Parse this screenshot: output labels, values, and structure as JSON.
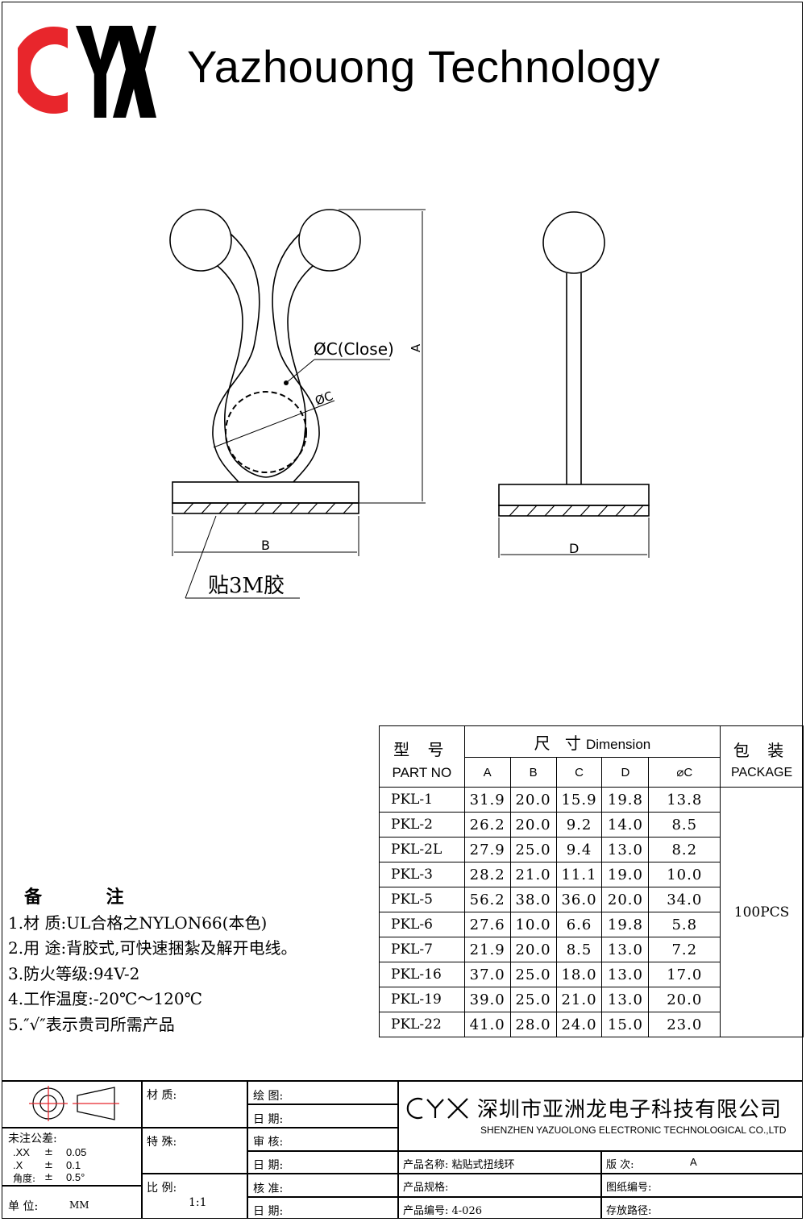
{
  "header": {
    "logo_text": "CYX",
    "company_en": "Yazhouong Technology"
  },
  "drawing": {
    "label_dc_close": "ØC(Close)",
    "label_dc": "ØC",
    "label_a": "A",
    "label_b": "B",
    "label_d": "D",
    "label_adhesive": "贴3M胶"
  },
  "table": {
    "col_part_cn": "型 号",
    "col_part_en": "PART NO",
    "col_dim_cn": "尺 寸",
    "col_dim_en": "Dimension",
    "col_pkg_cn": "包 装",
    "col_pkg_en": "PACKAGE",
    "dim_cols": [
      "A",
      "B",
      "C",
      "D",
      "⌀C"
    ],
    "package": "100PCS",
    "rows": [
      {
        "part": "PKL-1",
        "a": "31.9",
        "b": "20.0",
        "c": "15.9",
        "d": "19.8",
        "dc": "13.8"
      },
      {
        "part": "PKL-2",
        "a": "26.2",
        "b": "20.0",
        "c": "9.2",
        "d": "14.0",
        "dc": "8.5"
      },
      {
        "part": "PKL-2L",
        "a": "27.9",
        "b": "25.0",
        "c": "9.4",
        "d": "13.0",
        "dc": "8.2"
      },
      {
        "part": "PKL-3",
        "a": "28.2",
        "b": "21.0",
        "c": "11.1",
        "d": "19.0",
        "dc": "10.0"
      },
      {
        "part": "PKL-5",
        "a": "56.2",
        "b": "38.0",
        "c": "36.0",
        "d": "20.0",
        "dc": "34.0"
      },
      {
        "part": "PKL-6",
        "a": "27.6",
        "b": "10.0",
        "c": "6.6",
        "d": "19.8",
        "dc": "5.8"
      },
      {
        "part": "PKL-7",
        "a": "21.9",
        "b": "20.0",
        "c": "8.5",
        "d": "13.0",
        "dc": "7.2"
      },
      {
        "part": "PKL-16",
        "a": "37.0",
        "b": "25.0",
        "c": "18.0",
        "d": "13.0",
        "dc": "17.0"
      },
      {
        "part": "PKL-19",
        "a": "39.0",
        "b": "25.0",
        "c": "21.0",
        "d": "13.0",
        "dc": "20.0"
      },
      {
        "part": "PKL-22",
        "a": "41.0",
        "b": "28.0",
        "c": "24.0",
        "d": "15.0",
        "dc": "23.0"
      }
    ]
  },
  "notes": {
    "title": "备 注",
    "items": [
      "1.材    质:UL合格之NYLON66(本色)",
      "2.用    途:背胶式,可快速捆紮及解开电线。",
      "3.防火等级:94V-2",
      "4.工作温度:-20℃～120℃",
      "5.″√″表示贵司所需产品"
    ]
  },
  "title_block": {
    "tolerance_title": "未注公差:",
    "tol_xx_label": ".XX",
    "tol_xx_pm": "±",
    "tol_xx_value": "0.05",
    "tol_x_label": ".X",
    "tol_x_pm": "±",
    "tol_x_value": "0.1",
    "tol_angle_label": "角度:",
    "tol_angle_pm": "±",
    "tol_angle_value": "0.5°",
    "unit_label": "单    位:",
    "unit_value": "MM",
    "material_label": "材    质:",
    "special_label": "特    殊:",
    "scale_label": "比    例:",
    "scale_value": "1:1",
    "draw_label": "绘    图:",
    "date1_label": "日    期:",
    "review_label": "审    核:",
    "date2_label": "日    期:",
    "approve_label": "核    准:",
    "date3_label": "日    期:",
    "company_cn": "深圳市亚洲龙电子科技有限公司",
    "company_en_full": "SHENZHEN YAZUOLONG ELECTRONIC TECHNOLOGICAL CO.,LTD",
    "product_name": "产品名称: 粘贴式扭线环",
    "version_label": "版    次:",
    "version_value": "A",
    "product_spec": "产品规格:",
    "drawing_no": "图纸编号:",
    "product_no": "产品编号: 4-026",
    "storage_path": "存放路径:"
  },
  "colors": {
    "logo_red": "#e8262c",
    "ink": "#000000"
  }
}
